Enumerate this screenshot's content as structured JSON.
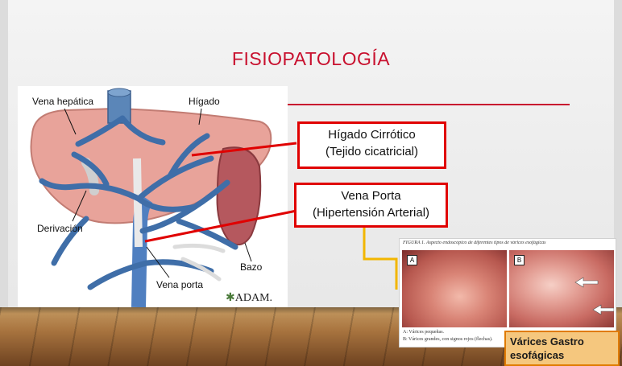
{
  "slide": {
    "title": "FISIOPATOLOGÍA",
    "accent_color": "#c8102e"
  },
  "diagram": {
    "labels": {
      "vena_hepatica": "Vena hepática",
      "higado": "Hígado",
      "derivacion": "Derivación",
      "bazo": "Bazo",
      "vena_porta": "Vena porta",
      "logo": "ADAM."
    }
  },
  "callouts": {
    "higado_cirrotico": {
      "line1": "Hígado Cirrótico",
      "line2": "(Tejido cicatricial)"
    },
    "vena_porta": {
      "line1": "Vena Porta",
      "line2": "(Hipertensión Arterial)"
    }
  },
  "endoscopy": {
    "caption": "FIGURA 1. Aspecto endoscópico de diferentes tipos de várices esofágicas",
    "panel_a_tag": "A",
    "panel_b_tag": "B",
    "legend_a": "A: Várices pequeñas.",
    "legend_b": "B: Várices grandes, con signos rojos (flechas)."
  },
  "varices_box": {
    "line1": "Várices Gastro",
    "line2": "esofágicas"
  }
}
